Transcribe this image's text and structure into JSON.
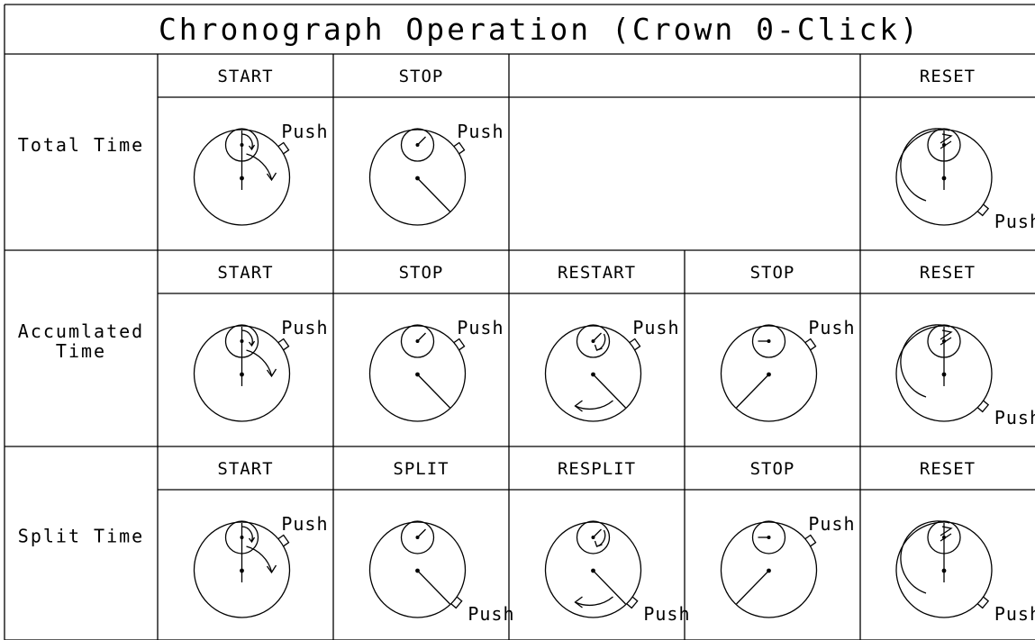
{
  "title": "Chronograph Operation (Crown 0-Click)",
  "push_label": "Push",
  "rows": [
    {
      "label_lines": [
        "Total Time"
      ],
      "headers": [
        "START",
        "STOP",
        "",
        "",
        "RESET"
      ],
      "cells": [
        {
          "state": "start",
          "push": "top"
        },
        {
          "state": "stop",
          "push": "top"
        },
        null,
        null,
        {
          "state": "reset",
          "push": "bottom"
        }
      ]
    },
    {
      "label_lines": [
        "Accumlated",
        "Time"
      ],
      "headers": [
        "START",
        "STOP",
        "RESTART",
        "STOP",
        "RESET"
      ],
      "cells": [
        {
          "state": "start",
          "push": "top"
        },
        {
          "state": "stop",
          "push": "top"
        },
        {
          "state": "restart",
          "push": "top"
        },
        {
          "state": "stopped_left",
          "push": "top"
        },
        {
          "state": "reset",
          "push": "bottom"
        }
      ]
    },
    {
      "label_lines": [
        "Split Time"
      ],
      "headers": [
        "START",
        "SPLIT",
        "RESPLIT",
        "STOP",
        "RESET"
      ],
      "cells": [
        {
          "state": "start",
          "push": "top"
        },
        {
          "state": "split",
          "push": "bottom"
        },
        {
          "state": "resplit",
          "push": "bottom"
        },
        {
          "state": "stopped_left",
          "push": "top"
        },
        {
          "state": "reset",
          "push": "bottom"
        }
      ]
    }
  ]
}
